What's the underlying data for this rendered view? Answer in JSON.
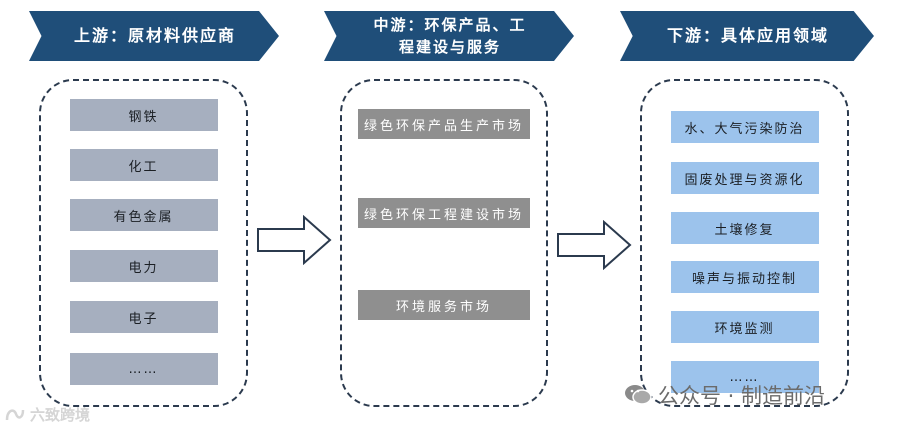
{
  "upstream": {
    "title": "上游：原材料供应商",
    "items": [
      "钢铁",
      "化工",
      "有色金属",
      "电力",
      "电子",
      "……"
    ]
  },
  "midstream": {
    "title_line1": "中游：环保产品、工",
    "title_line2": "程建设与服务",
    "items": [
      "绿色环保产品生产市场",
      "绿色环保工程建设市场",
      "环境服务市场"
    ]
  },
  "downstream": {
    "title": "下游：具体应用领域",
    "items": [
      "水、大气污染防治",
      "固废处理与资源化",
      "土壤修复",
      "噪声与振动控制",
      "环境监测",
      "……"
    ]
  },
  "watermark": {
    "text": "公众号 · 制造前沿",
    "icon": "wechat-icon",
    "logo_text": "六致跨境"
  },
  "colors": {
    "banner": "#1f4e79",
    "upstream_box": "#a6afbf",
    "midstream_box": "#8f8f8f",
    "downstream_box": "#9cc3ec"
  }
}
